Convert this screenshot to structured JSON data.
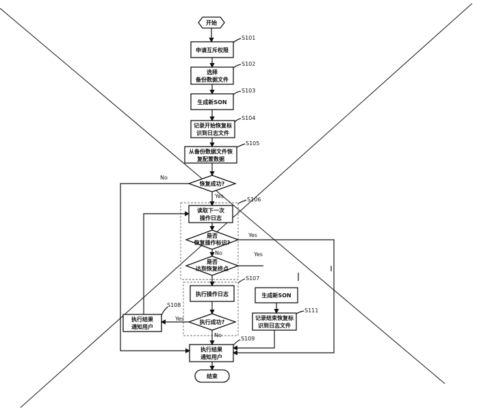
{
  "nodes": {
    "start": "开始",
    "s101": "申请互斥权限",
    "s102a": "选择",
    "s102b": "备份数据文件",
    "s103": "生成新SON",
    "s104a": "记录开始恢复标",
    "s104b": "识到日志文件",
    "s105a": "从备份数据文件恢",
    "s105b": "复配置数据",
    "d1": "恢复成功?",
    "s106a": "读取下一次",
    "s106b": "操作日志",
    "d2a": "是否",
    "d2b": "恢复操作标识?",
    "d3a": "是否",
    "d3b": "达到恢复终点",
    "s107": "执行操作日志",
    "d4": "执行成功?",
    "s108a": "执行结果",
    "s108b": "通知用户",
    "s110": "生成新SON",
    "s111a": "记录结束恢复标",
    "s111b": "识到日志文件",
    "s109a": "执行结果",
    "s109b": "通知用户",
    "end": "结束"
  },
  "step_labels": {
    "s101": "S101",
    "s102": "S102",
    "s103": "S103",
    "s104": "S104",
    "s105": "S105",
    "s106": "S106",
    "s107": "S107",
    "s108": "S108",
    "s111": "S111",
    "s109": "S109"
  },
  "edge_labels": {
    "d1_no": "No",
    "d1_yes": "Yes",
    "d2_yes": "Yes",
    "d2_no": "No",
    "d3_yes": "Yes",
    "d4_yes": "Yes",
    "d4_no": "No"
  }
}
